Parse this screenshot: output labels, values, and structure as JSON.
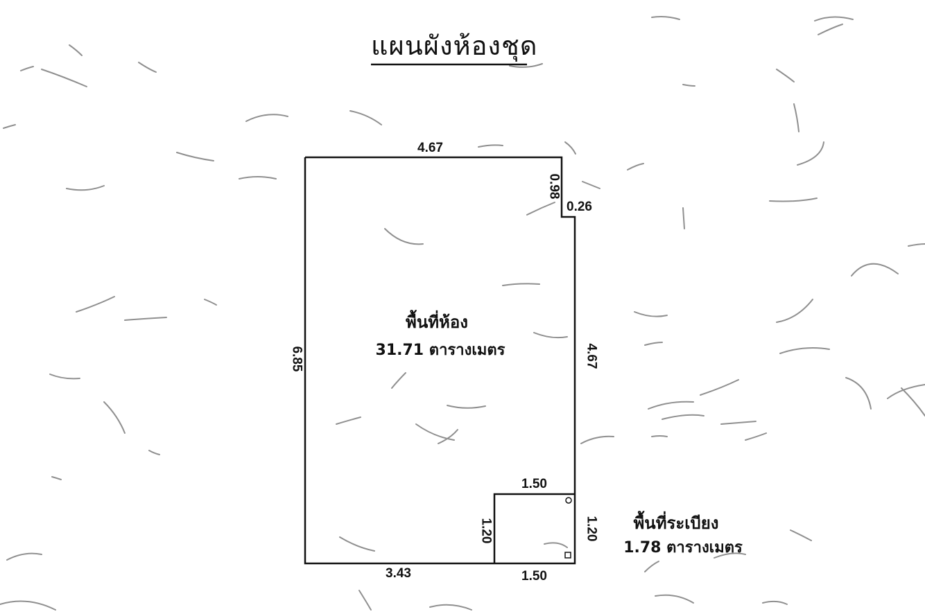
{
  "title": "แผนผังห้องชุด",
  "room": {
    "label": "พื้นที่ห้อง",
    "area": "31.71 ตารางเมตร"
  },
  "balcony": {
    "label": "พื้นที่ระเบียง",
    "area": "1.78 ตารางเมตร"
  },
  "dimensions": {
    "top": "4.67",
    "notch_vertical": "0.98",
    "notch_horizontal": "0.26",
    "left": "6.85",
    "right": "4.67",
    "bottom_room": "3.43",
    "bottom_balcony": "1.50",
    "balcony_top": "1.50",
    "balcony_left": "1.20",
    "balcony_right": "1.20"
  },
  "colors": {
    "line": "#111111",
    "noise": "#6a6a6a",
    "background": "#ffffff"
  }
}
